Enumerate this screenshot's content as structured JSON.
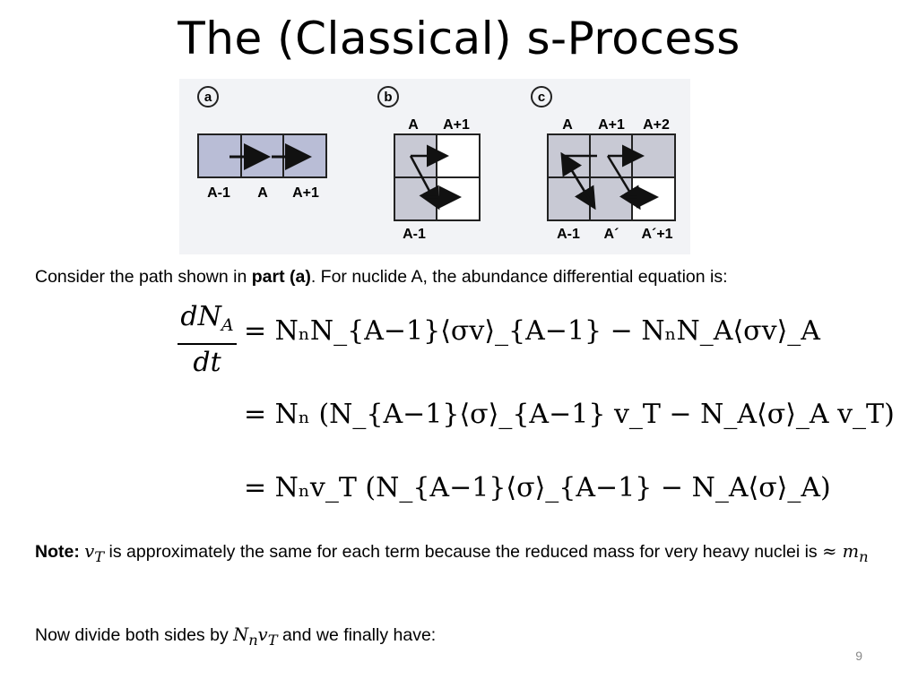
{
  "slide": {
    "title": "The (Classical) s-Process",
    "page_number": "9"
  },
  "figure": {
    "panel_a": {
      "label": "a",
      "bottom_labels": [
        "A-1",
        "A",
        "A+1"
      ]
    },
    "panel_b": {
      "label": "b",
      "top_labels": [
        "A",
        "A+1"
      ],
      "bottom_label": "A-1"
    },
    "panel_c": {
      "label": "c",
      "top_labels": [
        "A",
        "A+1",
        "A+2"
      ],
      "bottom_labels": [
        "A-1",
        "A´",
        "A´+1"
      ]
    }
  },
  "text": {
    "intro_before": "Consider the path shown in ",
    "intro_bold": "part (a)",
    "intro_after": ".  For nuclide A, the abundance differential equation is:",
    "note_label": "Note:",
    "note_symbol": "v",
    "note_symbol_sub": "T",
    "note_text": " is approximately the same for each term because the reduced mass for very heavy nuclei is ",
    "note_approx": "≈ m",
    "note_approx_sub": "n",
    "divide_before": "Now divide both sides by ",
    "divide_symbol": "N",
    "divide_symbol_sub1": "n",
    "divide_symbol_mid": "v",
    "divide_symbol_sub2": "T",
    "divide_after": "  and we finally have:"
  },
  "equations": {
    "fraction_num": "dN",
    "fraction_num_sub": "A",
    "fraction_den": "dt",
    "line1": "= NₙN_{A−1}⟨σv⟩_{A−1} − NₙN_A⟨σv⟩_A",
    "line2": "= Nₙ (N_{A−1}⟨σ⟩_{A−1} v_T − N_A⟨σ⟩_A v_T)",
    "line3": "= Nₙv_T (N_{A−1}⟨σ⟩_{A−1} − N_A⟨σ⟩_A)"
  }
}
